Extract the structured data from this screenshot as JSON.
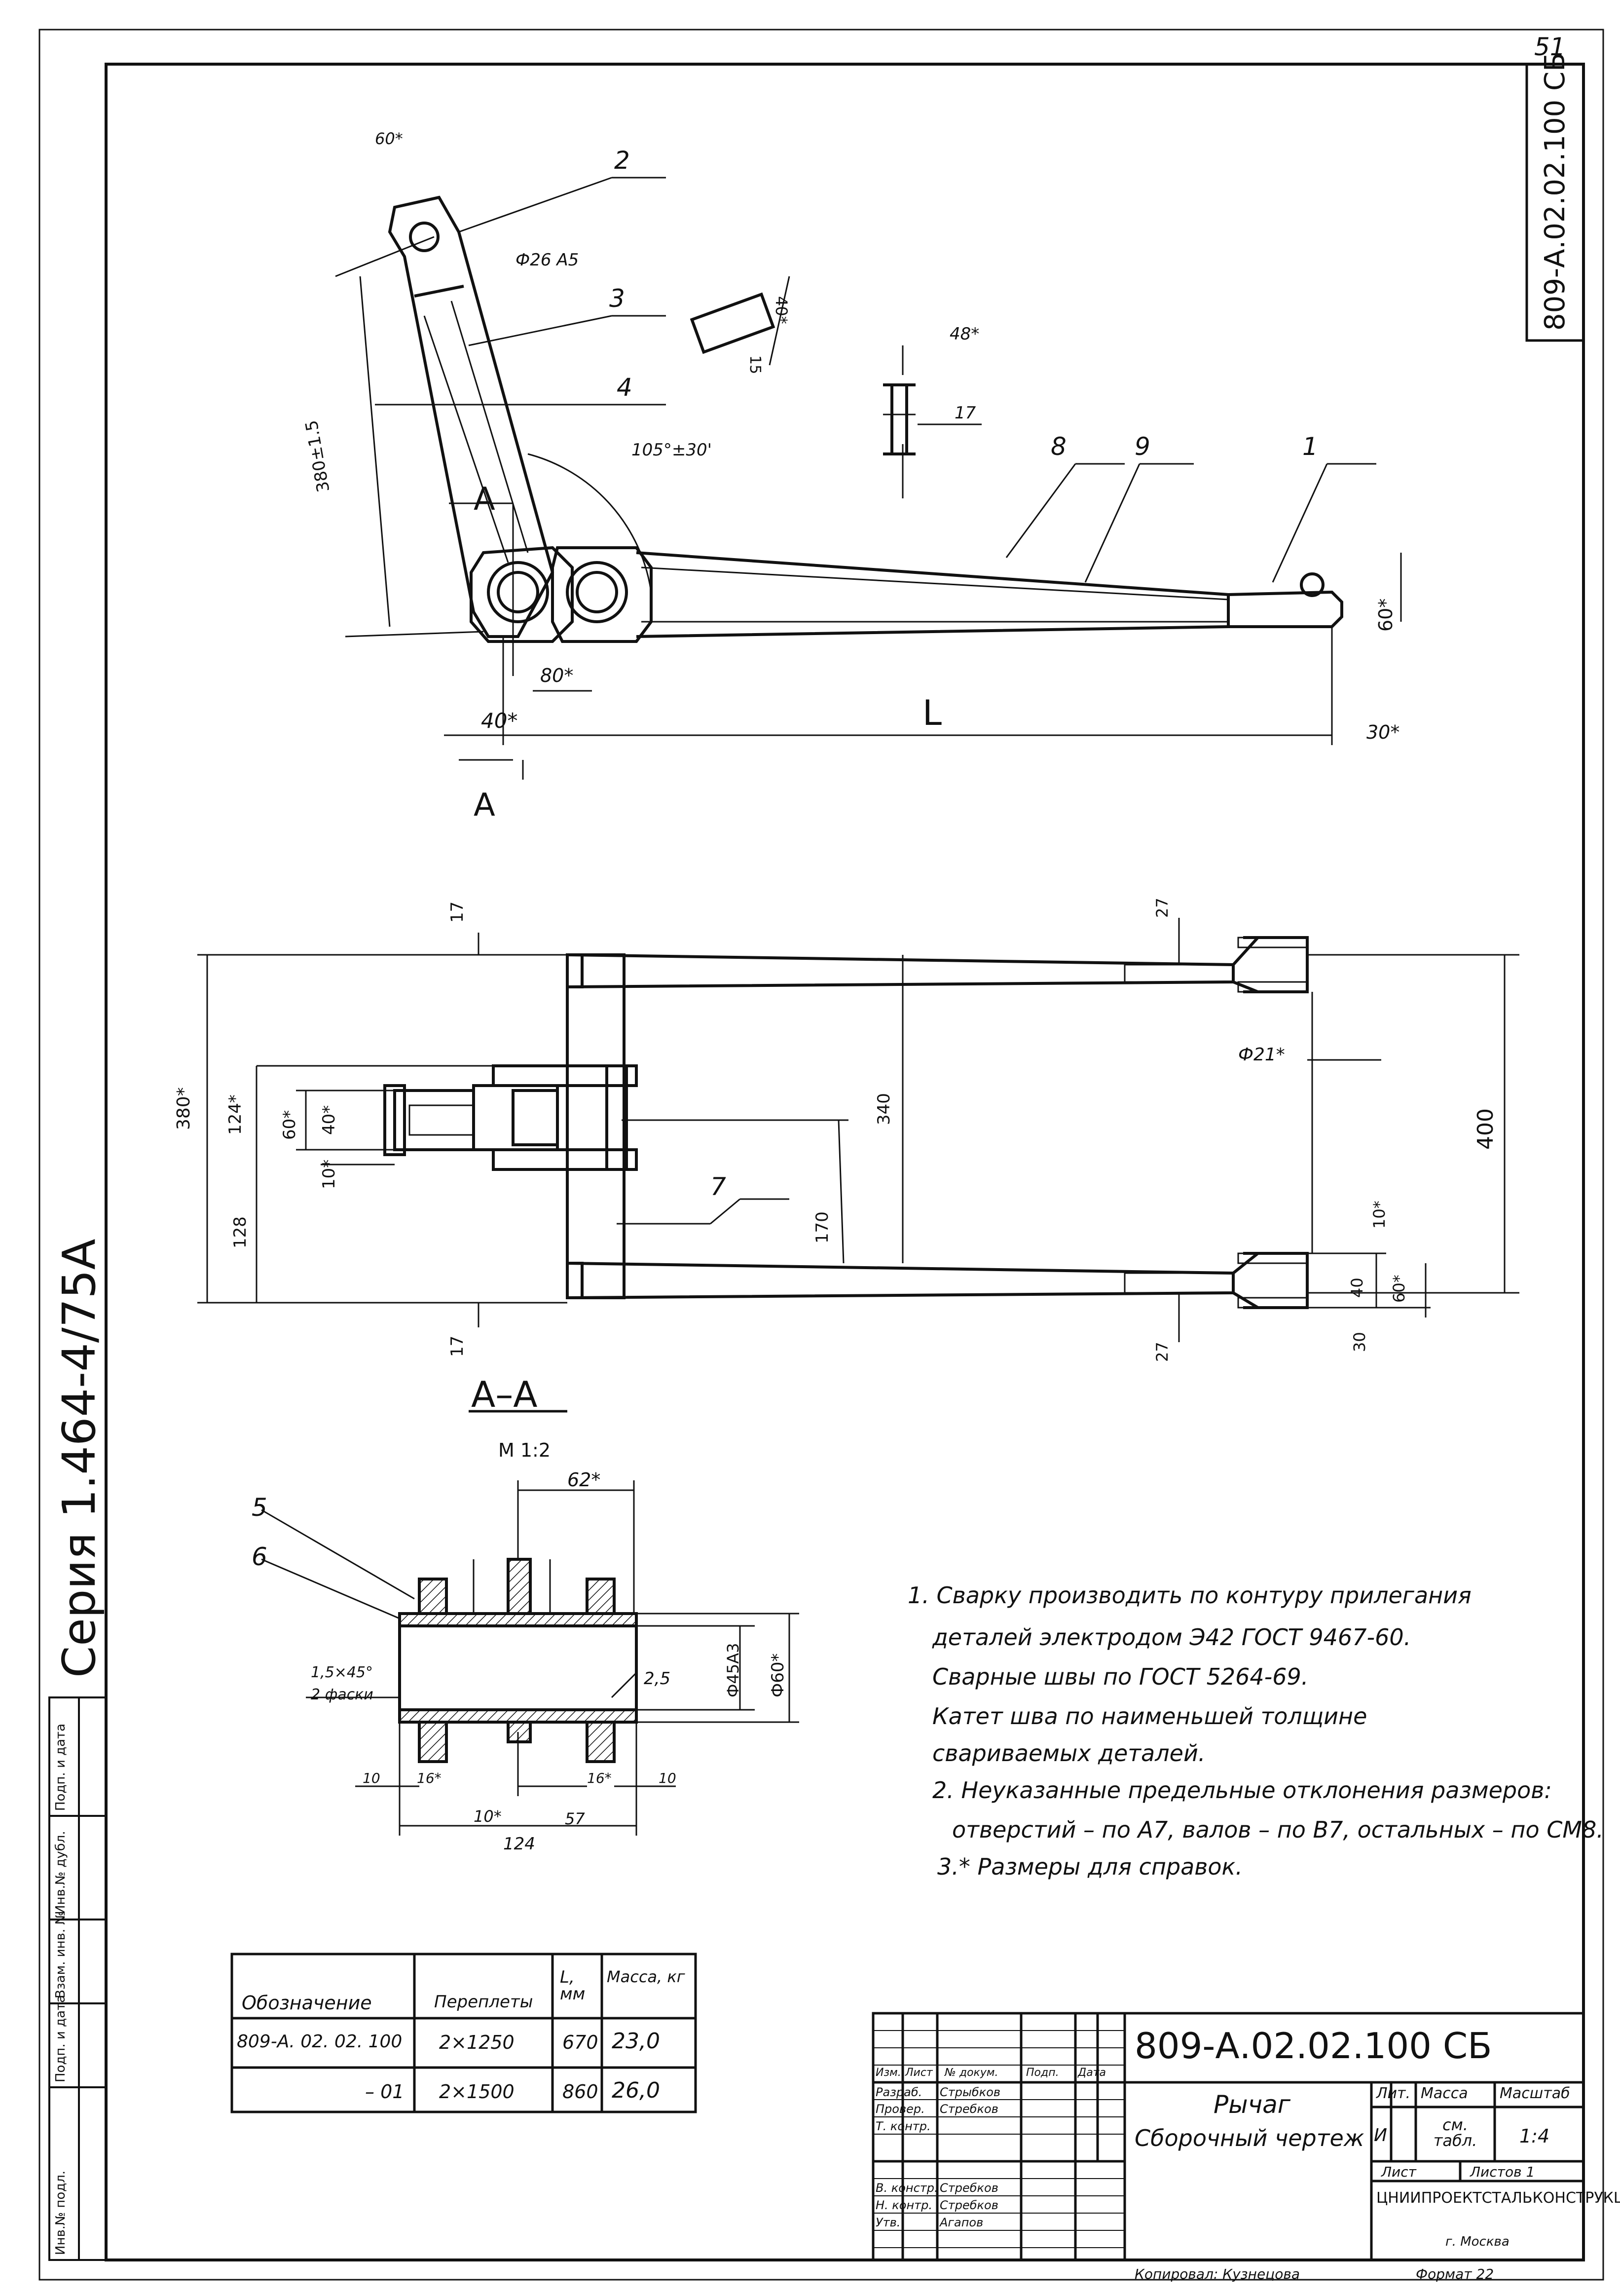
{
  "sheet": {
    "page_number": "51",
    "series": "Серия 1.464-4/75А",
    "corner_stamp": "809-А.02.02.100 СБ",
    "copied_by": "Копировал: Кузнецова",
    "format": "Формат 22"
  },
  "drawing": {
    "elevation": {
      "dims": [
        "60*",
        "Ф26 А5",
        "380±1.5",
        "105°±30'",
        "80*",
        "40*",
        "L",
        "30*",
        "60*",
        "40*",
        "15",
        "48*",
        "17"
      ],
      "callouts": [
        "2",
        "3",
        "4",
        "8",
        "9",
        "1"
      ],
      "section_mark": "А"
    },
    "plan": {
      "dims": [
        "17",
        "380*",
        "124*",
        "60*",
        "40*",
        "10*",
        "128",
        "17",
        "340",
        "170",
        "27",
        "Ф21*",
        "400",
        "10*",
        "40",
        "60*",
        "27",
        "30"
      ],
      "callouts": [
        "7"
      ]
    },
    "section": {
      "title": "А–А",
      "scale": "М 1:2",
      "dims": [
        "62*",
        "1,5×45°",
        "2 фаски",
        "2,5",
        "Ф45А3",
        "Ф60*",
        "10",
        "16*",
        "16*",
        "10",
        "10*",
        "57",
        "124"
      ],
      "callouts": [
        "5",
        "6"
      ]
    }
  },
  "notes": [
    "1. Сварку производить по контуру прилегания",
    "деталей электродом Э42 ГОСТ 9467-60.",
    "Сварные швы по ГОСТ 5264-69.",
    "Катет шва по наименьшей толщине",
    "свариваемых деталей.",
    "2. Неуказанные предельные отклонения размеров:",
    "отверстий – по А7, валов – по В7, остальных – по СМ8.",
    "3.* Размеры для справок."
  ],
  "variants_table": {
    "headers": [
      "Обозначение",
      "Переплеты",
      "L, мм",
      "Масса, кг"
    ],
    "rows": [
      [
        "809-А. 02. 02. 100",
        "2×1250",
        "670",
        "23,0"
      ],
      [
        "– 01",
        "2×1500",
        "860",
        "26,0"
      ]
    ]
  },
  "title_block": {
    "designation": "809-А.02.02.100 СБ",
    "name": "Рычаг",
    "doc_type": "Сборочный чертеж",
    "lit_header": "Лит.",
    "mass_header": "Масса",
    "scale_header": "Масштаб",
    "lit_value": "И",
    "mass_value": "см. табл.",
    "scale_value": "1:4",
    "sheet_label": "Лист",
    "sheets_label": "Листов 1",
    "organization": "ЦНИИПРОЕКТСТАЛЬКОНСТРУКЦИЯ",
    "city": "г. Москва",
    "columns": [
      "Изм.",
      "Лист",
      "№ докум.",
      "Подп.",
      "Дата"
    ],
    "roles": [
      {
        "role": "Разраб.",
        "name": "Стрыбков"
      },
      {
        "role": "Провер.",
        "name": "Стребков"
      },
      {
        "role": "Т. контр.",
        "name": ""
      },
      {
        "role": "В. констр.",
        "name": "Стребков"
      },
      {
        "role": "Н. контр.",
        "name": "Стребков"
      },
      {
        "role": "Утв.",
        "name": "Агапов"
      }
    ]
  },
  "side_stamp": [
    "Инв.№ подл.",
    "Подп. и дата",
    "Взам. инв. №",
    "Инв.№ дубл.",
    "Подп. и дата"
  ]
}
